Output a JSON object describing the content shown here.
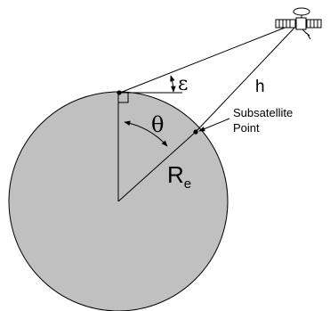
{
  "labels": {
    "elevation_angle": "ε",
    "altitude": "h",
    "central_angle": "θ",
    "earth_radius_main": "R",
    "earth_radius_sub": "e",
    "subsatellite_line1": "Subsatellite",
    "subsatellite_line2": "Point"
  },
  "colors": {
    "earth_fill": "#c0c0c0",
    "stroke": "#000000",
    "background": "#ffffff"
  },
  "icons": {
    "satellite": "satellite-icon"
  }
}
